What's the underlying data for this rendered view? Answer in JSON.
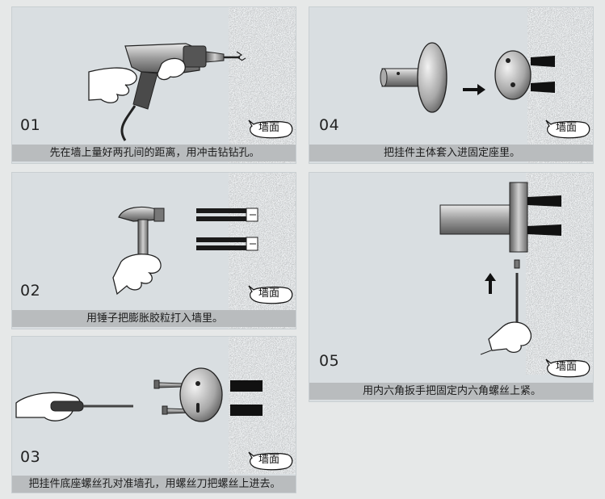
{
  "steps": [
    {
      "num": "01",
      "caption": "先在墙上量好两孔间的距离，用冲击钻钻孔。",
      "wall_label": "墙面",
      "illustration": "drill-icon"
    },
    {
      "num": "02",
      "caption": "用锤子把膨胀胶粒打入墙里。",
      "wall_label": "墙面",
      "illustration": "hammer-icon"
    },
    {
      "num": "03",
      "caption": "把挂件底座螺丝孔对准墙孔，用螺丝刀把螺丝上进去。",
      "wall_label": "墙面",
      "illustration": "screwdriver-icon"
    },
    {
      "num": "04",
      "caption": "把挂件主体套入进固定座里。",
      "wall_label": "墙面",
      "illustration": "hook-body-icon"
    },
    {
      "num": "05",
      "caption": "用内六角扳手把固定内六角螺丝上紧。",
      "wall_label": "墙面",
      "illustration": "hex-key-icon"
    }
  ],
  "colors": {
    "panel": "#d9dee1",
    "caption_bar": "#b9bcbe",
    "wall_texture": "#9a9a9a"
  }
}
